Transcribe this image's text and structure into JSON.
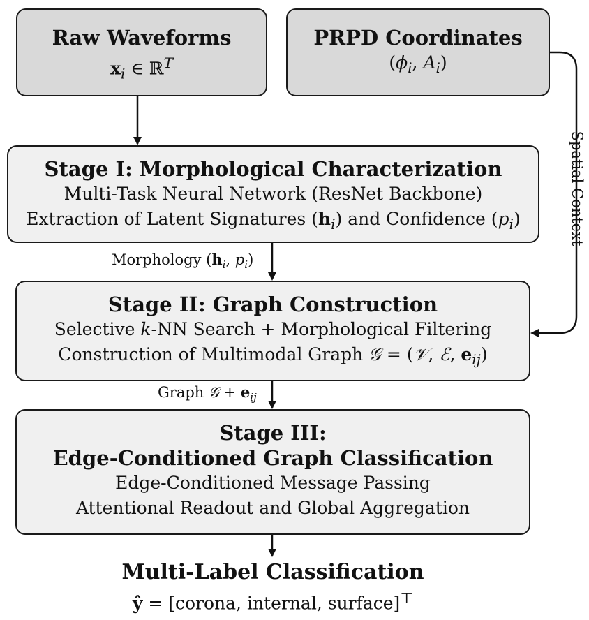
{
  "nodes": {
    "raw_waveforms": {
      "title": "Raw Waveforms",
      "formula": "x_i ∈ ℝ^T"
    },
    "prpd_coordinates": {
      "title": "PRPD Coordinates",
      "formula": "(ϕ_i, A_i)"
    },
    "stage1": {
      "title": "Stage I: Morphological Characterization",
      "line1": "Multi-Task Neural Network (ResNet Backbone)",
      "line2_prefix": "Extraction of Latent Signatures (",
      "line2_mid": ") and Confidence (",
      "line2_suffix": ")"
    },
    "stage2": {
      "title": "Stage II: Graph Construction",
      "line1_prefix": "Selective ",
      "line1_k": "k",
      "line1_suffix": "-NN Search + Morphological Filtering",
      "line2": "Construction of Multimodal Graph"
    },
    "stage3": {
      "title_line1": "Stage III:",
      "title_line2": "Edge-Conditioned Graph Classification",
      "line1": "Edge-Conditioned Message Passing",
      "line2": "Attentional Readout and Global Aggregation"
    },
    "output": {
      "title": "Multi-Label Classification",
      "classes": "[corona, internal, surface]"
    }
  },
  "edge_labels": {
    "morphology": "Morphology",
    "graph": "Graph",
    "spatial_context": "Spatial Context"
  }
}
